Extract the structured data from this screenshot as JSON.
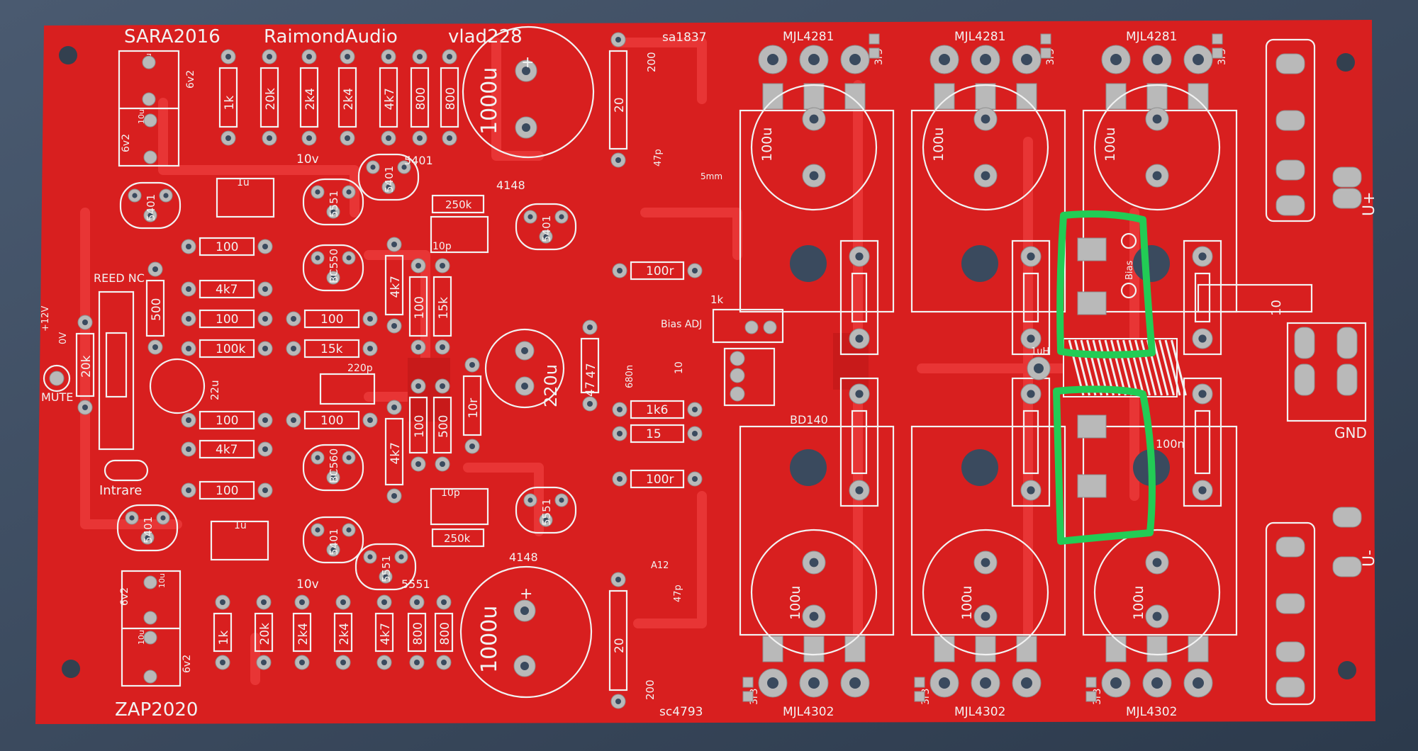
{
  "board": {
    "header": [
      "SARA2016",
      "RaimondAudio",
      "vlad228"
    ],
    "footer": "ZAP2020",
    "labels": {
      "reed": "REED NC",
      "mute": "MUTE",
      "intrare": "Intrare",
      "v12": "+12V",
      "v0": "0V",
      "v10a": "10v",
      "v10b": "10v",
      "biasAdj": "Bias ADJ",
      "bias": "Bias",
      "gnd": "GND",
      "uplus": "U+",
      "uminus": "U-",
      "mm": "5mm",
      "inductor": "1uH",
      "k1": "1k"
    },
    "transistorsTop": [
      "MJL4281",
      "MJL4281",
      "MJL4281"
    ],
    "transistorsBottom": [
      "MJL4302",
      "MJL4302",
      "MJL4302"
    ],
    "driverTop": "sa1837",
    "driverBottom": "sc4793",
    "bd": "BD140",
    "ceramic": [
      "10u",
      "10u",
      "10u",
      "10u"
    ],
    "topResistors": [
      "1k",
      "20k",
      "2k4",
      "2k4",
      "4k7",
      "800",
      "800"
    ],
    "bottomResistors": [
      "1k",
      "20k",
      "2k4",
      "2k4",
      "4k7",
      "800",
      "800"
    ],
    "leftResistors": [
      "100",
      "4k7",
      "100",
      "100k",
      "100",
      "4k7",
      "100"
    ],
    "midResistors": [
      "100",
      "15k",
      "100"
    ],
    "vertLeft": [
      "500",
      "20k"
    ],
    "vertMid": [
      "4k7",
      "100",
      "15k",
      "4k7",
      "100",
      "500",
      "10r"
    ],
    "transistors": [
      "5401",
      "5551",
      "5401",
      "BC550",
      "5401",
      "BC560",
      "5551",
      "5401",
      "5551",
      "5401"
    ],
    "diodes": [
      "4148",
      "4148"
    ],
    "res250k": [
      "250k",
      "250k"
    ],
    "caps": {
      "c1000a": "1000u",
      "c1000b": "1000u",
      "c220": "220u",
      "c22": "22u",
      "c220p": "220p",
      "c10pA": "10p",
      "c10pB": "10p",
      "c1uA": "1u",
      "c1uB": "1u",
      "c680n": "680n",
      "c10": "10",
      "c100n": "100n",
      "c47p": "47p",
      "c47pB": "47p",
      "zener": [
        "6v2",
        "6v2",
        "6v2",
        "6v2"
      ]
    },
    "capsPower": [
      "100u",
      "100u",
      "100u",
      "100u",
      "100u",
      "100u"
    ],
    "rightResistors": [
      "100r",
      "1k6",
      "15",
      "100r"
    ],
    "r20": [
      "20",
      "20"
    ],
    "r47": "47",
    "r200": [
      "200",
      "200"
    ],
    "r10big": "10",
    "r3r3": [
      "3r3",
      "3r3",
      "3r3",
      "3r3",
      "3r3",
      "3r3"
    ],
    "a12": "A12"
  },
  "colors": {
    "board": "#d81f1f",
    "trace": "#e83232",
    "silk": "#f2f2f2",
    "pad": "#b9b9b9",
    "highlight": "#22cc55"
  }
}
